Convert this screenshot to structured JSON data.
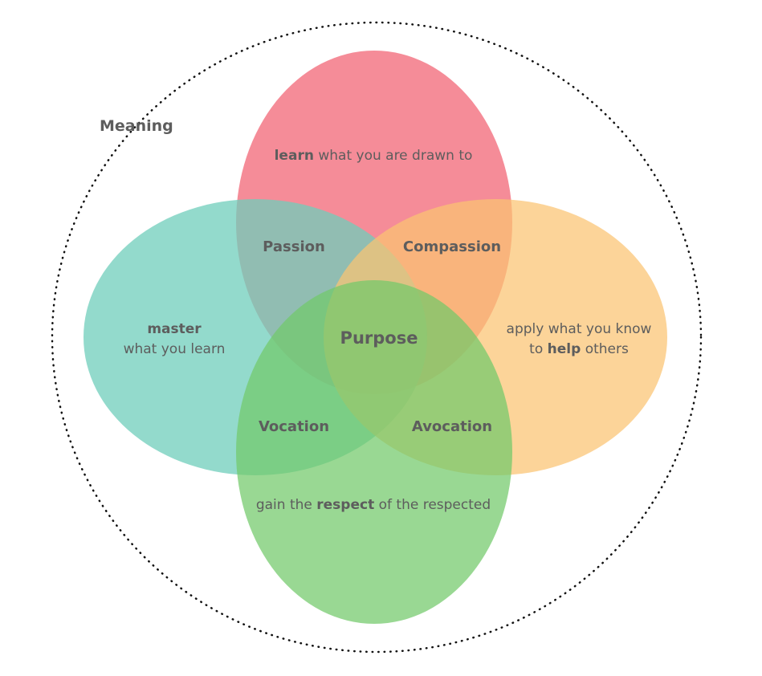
{
  "diagram": {
    "outer_label": "Meaning",
    "center_label": "Purpose",
    "circles": {
      "top": {
        "color": "#f26b7b",
        "bold": "learn",
        "rest": "what you are drawn to"
      },
      "left": {
        "color": "#6fcdbb",
        "bold": "master",
        "line2": "what you learn"
      },
      "right": {
        "color": "#fbc471",
        "line1": "apply what you know",
        "pre": "to",
        "bold": "help",
        "post": "others"
      },
      "bottom": {
        "color": "#72c96a",
        "pre": "gain the",
        "bold": "respect",
        "post": "of the respected"
      }
    },
    "overlaps": {
      "top_left": "Passion",
      "top_right": "Compassion",
      "bottom_left": "Vocation",
      "bottom_right": "Avocation"
    }
  }
}
